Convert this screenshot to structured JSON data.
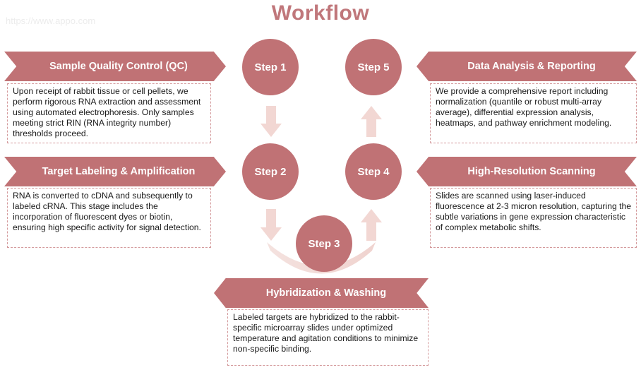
{
  "title": "Workflow",
  "watermark": "https://www.appo.com",
  "steps": [
    {
      "label": "Step 1"
    },
    {
      "label": "Step 2"
    },
    {
      "label": "Step 3"
    },
    {
      "label": "Step 4"
    },
    {
      "label": "Step 5"
    }
  ],
  "stages": [
    {
      "heading": "Sample Quality Control (QC)",
      "text": "Upon receipt of rabbit tissue or cell pellets, we perform rigorous RNA extraction and assessment using automated electrophoresis. Only samples meeting strict RIN (RNA integrity number) thresholds proceed."
    },
    {
      "heading": "Target Labeling & Amplification",
      "text": "RNA is converted to cDNA and subsequently to labeled cRNA. This stage includes the incorporation of fluorescent dyes or biotin, ensuring high specific activity for signal detection."
    },
    {
      "heading": "Hybridization & Washing",
      "text": "Labeled targets are hybridized to the rabbit-specific microarray slides under optimized temperature and agitation conditions to minimize non-specific binding."
    },
    {
      "heading": "High-Resolution Scanning",
      "text": "Slides are scanned using laser-induced fluorescence at 2-3 micron resolution, capturing the subtle variations in gene expression characteristic of complex metabolic shifts."
    },
    {
      "heading": "Data Analysis & Reporting",
      "text": "We provide a comprehensive report including normalization (quantile or robust multi-array average), differential expression analysis, heatmaps, and pathway enrichment modeling."
    }
  ],
  "colors": {
    "accent": "#c07275",
    "title": "#c0777b",
    "arrow": "#f2d7d3",
    "border": "#d49a9c"
  }
}
